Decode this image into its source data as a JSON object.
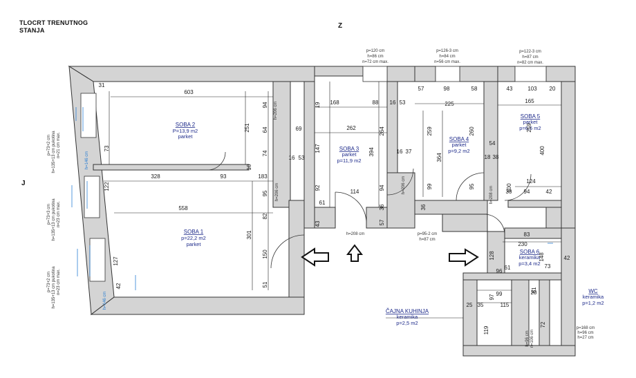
{
  "header": {
    "title_line1": "TLOCRT TRENUTNOG",
    "title_line2": "STANJA"
  },
  "compass": {
    "north": "Z",
    "west": "J"
  },
  "rooms": {
    "soba1": {
      "name": "SOBA 1",
      "area": "p=22,2 m2",
      "floor": "parket"
    },
    "soba2": {
      "name": "SOBA 2",
      "area": "P=13,9 m2",
      "floor": "parket"
    },
    "soba3": {
      "name": "SOBA 3",
      "area": "p=11,9 m2",
      "floor": "parket"
    },
    "soba4": {
      "name": "SOBA 4",
      "area": "p=9,2 m2",
      "floor": "parket"
    },
    "soba5": {
      "name": "SOBA 5",
      "area": "p=6,6 m2",
      "floor": "parket"
    },
    "soba6": {
      "name": "SOBA 6",
      "area": "p=3,4 m2",
      "floor": "keramika"
    },
    "wc": {
      "name": "WC",
      "floor": "keramika",
      "area": "p=1,2 m2"
    },
    "cajna": {
      "name": "ČAJNA KUHINJA",
      "floor": "keramika",
      "area": "p=2,5 m2"
    }
  },
  "dimensions": {
    "d603": "603",
    "d251": "251",
    "d94": "94",
    "d64": "64",
    "d74": "74",
    "d10": "10",
    "d328": "328",
    "d93": "93",
    "d558": "558",
    "d301": "301",
    "d150": "150",
    "d51": "51",
    "d82": "82",
    "d95": "95",
    "d183": "183",
    "d31": "31",
    "d73": "73",
    "d122": "122",
    "d127": "127",
    "d42": "42",
    "d69": "69",
    "d168": "168",
    "d88": "88",
    "d16": "16",
    "d53": "53",
    "d262": "262",
    "d264": "264",
    "d394": "394",
    "d147": "147",
    "d92": "92",
    "d61": "61",
    "d114": "114",
    "d36": "36",
    "d57": "57",
    "d19": "19",
    "d37": "37",
    "d98": "98",
    "d225": "225",
    "d259": "259",
    "d260": "260",
    "d364": "364",
    "d99": "99",
    "d54": "54",
    "d38": "38",
    "d18": "18",
    "d43": "43",
    "d103": "103",
    "d165": "165",
    "d400": "400",
    "d124": "124",
    "d100": "100",
    "d230": "230",
    "d83": "83",
    "d30": "30",
    "d148": "148",
    "d128": "128",
    "d96": "96",
    "d25": "25",
    "d35": "35",
    "d115": "115",
    "d119": "119",
    "d20": "20",
    "d72": "72",
    "d168b": "168",
    "d58": "58",
    "d97": "97"
  },
  "openings": {
    "w2_line1": "p=120 cm",
    "w2_line2": "h=86 cm",
    "w2_line3": "n=72 cm max.",
    "w3_line1": "p=126-3 cm",
    "w3_line2": "h=84 cm",
    "w3_line3": "n=56 cm max.",
    "w4_line1": "p=122-3 cm",
    "w4_line2": "h=87 cm",
    "w4_line3": "n=82 cm max.",
    "door_main": "h=208 cm",
    "door_soba2": "h=206 cm",
    "door_soba1": "h=206 cm",
    "door_s3": "h=206 cm",
    "door_s4": "h=208 cm",
    "door_w5_1": "p=95-2 cm",
    "door_w5_2": "h=87 cm",
    "bot_door_1": "p=168 cm",
    "bot_door_2": "h=96 cm",
    "bot_door_3": "h=27 cm",
    "wc_door_1": "h=96 cm",
    "wc_door_2": "n=106 cm",
    "left_w1_1": "p=73+2 cm",
    "left_w1_2": "h=135+13 cm pukotina",
    "left_w1_3": "n=21 cm max.",
    "left_w2_1": "p=73+3 cm",
    "left_w2_2": "h=135+13 cm pukotina",
    "left_w2_3": "n=23 cm max.",
    "left_w3_1": "p=73+2 cm",
    "left_w3_2": "h=135+13 cm pukotina",
    "left_w3_3": "n=23 cm max.",
    "left_door_a": "h=146 cm",
    "left_door_b": "h=146 cm"
  },
  "colors": {
    "wall": "#d4d4d4",
    "wall_stroke": "#333333",
    "room_text": "#1d2a8a",
    "blue_marks": "#2a7fd4"
  },
  "arrows": [
    "arrow-left-icon",
    "arrow-up-icon",
    "arrow-right-icon"
  ]
}
